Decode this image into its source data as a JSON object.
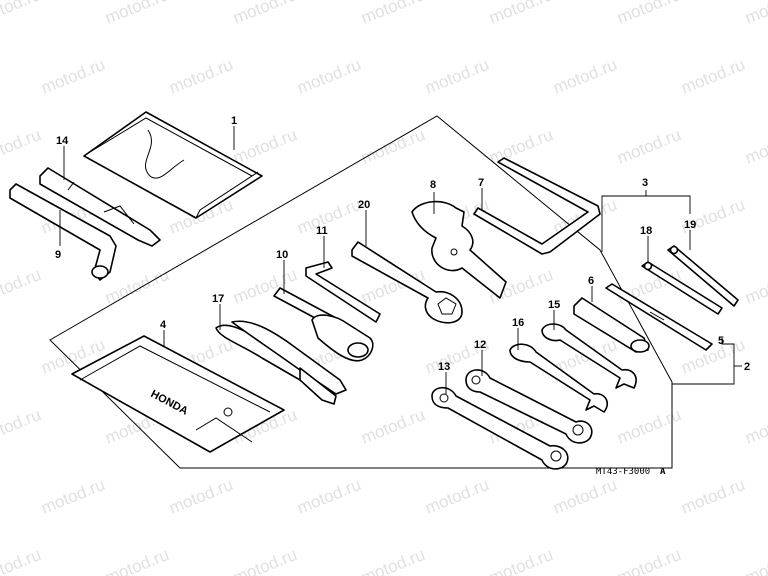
{
  "watermark": "motod.ru",
  "diagram_code": "MT43-F3000",
  "revision_mark": "A",
  "callouts": {
    "c1": "1",
    "c2": "2",
    "c3": "3",
    "c4": "4",
    "c5": "5",
    "c6": "6",
    "c7": "7",
    "c8": "8",
    "c9": "9",
    "c10": "10",
    "c11": "11",
    "c12": "12",
    "c13": "13",
    "c14": "14",
    "c15": "15",
    "c16": "16",
    "c17": "17",
    "c18": "18",
    "c19": "19",
    "c20": "20"
  },
  "bag_brand": "HONDA"
}
